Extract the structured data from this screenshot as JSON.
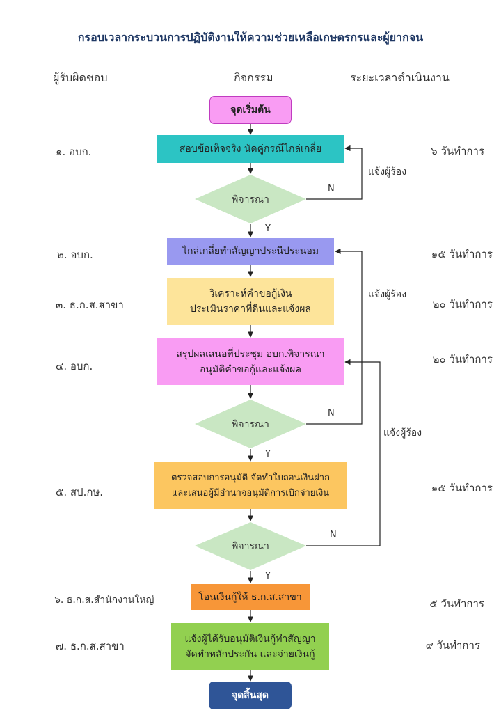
{
  "title": "กรอบเวลากระบวนการปฏิบัติงานให้ความช่วยเหลือเกษตรกรและผู้ยากจน",
  "headers": {
    "responsible": "ผู้รับผิดชอบ",
    "activity": "กิจกรรม",
    "duration": "ระยะเวลาดำเนินงาน"
  },
  "start": "จุดเริ่มต้น",
  "end": "จุดสิ้นสุด",
  "steps": [
    {
      "resp": "๑. อบก.",
      "lines": [
        "สอบข้อเท็จจริง นัดคู่กรณีไกล่เกลี่ย"
      ],
      "time": "๖ วันทำการ",
      "color": "#2cc4c4"
    },
    {
      "resp": "๒. อบก.",
      "lines": [
        "ไกล่เกลี่ยทำสัญญาประนีประนอม"
      ],
      "time": "๑๕ วันทำการ",
      "color": "#9999f0"
    },
    {
      "resp": "๓. ธ.ก.ส.สาขา",
      "lines": [
        "วิเคราะห์คำขอกู้เงิน",
        "ประเมินราคาที่ดินและแจ้งผล"
      ],
      "time": "๒๐ วันทำการ",
      "color": "#fde49a"
    },
    {
      "resp": "๔. อบก.",
      "lines": [
        "สรุปผลเสนอที่ประชุม อบก.พิจารณา",
        "อนุมัติคำขอกู้และแจ้งผล"
      ],
      "time": "๒๐ วันทำการ",
      "color": "#f99cf3"
    },
    {
      "resp": "๕. สป.กษ.",
      "lines": [
        "ตรวจสอบการอนุมัติ จัดทำใบถอนเงินฝาก",
        "และเสนอผู้มีอำนาจอนุมัติการเบิกจ่ายเงิน"
      ],
      "time": "๑๕ วันทำการ",
      "color": "#fcc660"
    },
    {
      "resp": "๖. ธ.ก.ส.สำนักงานใหญ่",
      "lines": [
        "โอนเงินกู้ให้ ธ.ก.ส.สาขา"
      ],
      "time": "๕ วันทำการ",
      "color": "#f79638"
    },
    {
      "resp": "๗. ธ.ก.ส.สาขา",
      "lines": [
        "แจ้งผู้ได้รับอนุมัติเงินกู้ทำสัญญา",
        "จัดทำหลักประกัน และจ่ายเงินกู้"
      ],
      "time": "๙ วันทำการ",
      "color": "#92d050"
    }
  ],
  "decision_label": "พิจารณา",
  "yes": "Y",
  "no": "N",
  "notify": "แจ้งผู้ร้อง",
  "colors": {
    "start_fill": "#f99cf3",
    "start_border": "#c03cc0",
    "end_fill": "#2f5597",
    "decision_fill": "#c9e7c3",
    "arrow": "#222222"
  }
}
